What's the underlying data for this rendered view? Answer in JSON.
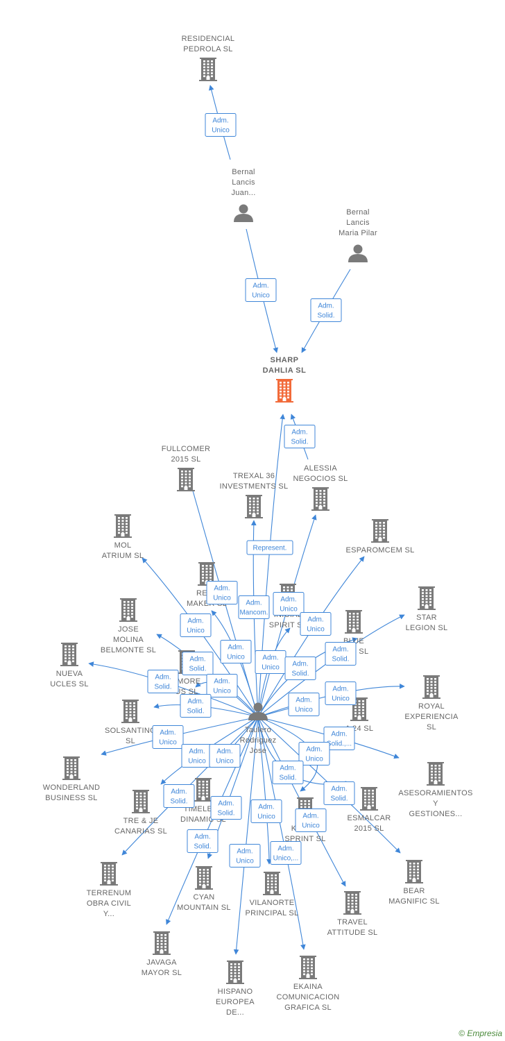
{
  "colors": {
    "edge": "#3f86d8",
    "node": "#7a7a7a",
    "highlight": "#f26b3a",
    "text": "#666666"
  },
  "nodes": [
    {
      "id": "residencial",
      "type": "company",
      "label": [
        "RESIDENCIAL",
        "PEDROLA SL"
      ]
    },
    {
      "id": "bernal_juan",
      "type": "person",
      "label": [
        "Bernal",
        "Lancis",
        "Juan..."
      ]
    },
    {
      "id": "bernal_maria",
      "type": "person",
      "label": [
        "Bernal",
        "Lancis",
        "Maria Pilar"
      ]
    },
    {
      "id": "sharp",
      "type": "company",
      "highlight": true,
      "label": [
        "SHARP",
        "DAHLIA  SL"
      ]
    },
    {
      "id": "alessia",
      "type": "company",
      "label": [
        "ALESSIA",
        "NEGOCIOS  SL"
      ]
    },
    {
      "id": "fullcomer",
      "type": "company",
      "label": [
        "FULLCOMER",
        "2015  SL"
      ]
    },
    {
      "id": "trexal",
      "type": "company",
      "label": [
        "TREXAL 36",
        "INVESTMENTS SL"
      ]
    },
    {
      "id": "mol",
      "type": "company",
      "label": [
        "MOL",
        "ATRIUM  SL"
      ]
    },
    {
      "id": "esparomcem",
      "type": "company",
      "label": [
        "ESPAROMCEM SL"
      ]
    },
    {
      "id": "real",
      "type": "company",
      "label": [
        "REAL",
        "MAKER  SL"
      ]
    },
    {
      "id": "spirit",
      "type": "company",
      "label": [
        "INICIAL",
        "SPIRIT  SL"
      ]
    },
    {
      "id": "star",
      "type": "company",
      "label": [
        "STAR",
        "LEGION  SL"
      ]
    },
    {
      "id": "jose_molina",
      "type": "company",
      "label": [
        "JOSE",
        "MOLINA",
        "BELMONTE  SL"
      ]
    },
    {
      "id": "blue",
      "type": "company",
      "label": [
        "BLUE",
        "MAN  SL"
      ]
    },
    {
      "id": "nueva",
      "type": "company",
      "label": [
        "NUEVA",
        "UCLES  SL"
      ]
    },
    {
      "id": "more",
      "type": "company",
      "label": [
        "I MORE",
        "US  SL"
      ]
    },
    {
      "id": "royal",
      "type": "company",
      "label": [
        "ROYAL",
        "EXPERIENCIA",
        "SL"
      ]
    },
    {
      "id": "solsantino",
      "type": "company",
      "label": [
        "SOLSANTINO",
        "SL"
      ]
    },
    {
      "id": "a24",
      "type": "company",
      "label": [
        "A 24 SL"
      ]
    },
    {
      "id": "taulero",
      "type": "person",
      "label": [
        "Taulero",
        "Rodriguez",
        "Jose"
      ]
    },
    {
      "id": "wonderland",
      "type": "company",
      "label": [
        "WONDERLAND",
        "BUSINESS  SL"
      ]
    },
    {
      "id": "asesoramientos",
      "type": "company",
      "label": [
        "ASESORAMIENTOS",
        "Y",
        "GESTIONES..."
      ]
    },
    {
      "id": "tre",
      "type": "company",
      "label": [
        "TRE & JE",
        "CANARIAS  SL"
      ]
    },
    {
      "id": "timeless",
      "type": "company",
      "label": [
        "TIMELESS",
        "DINAMIC  SL"
      ]
    },
    {
      "id": "karma",
      "type": "company",
      "label": [
        "KARMA",
        "SPRINT  SL"
      ]
    },
    {
      "id": "esmalcar",
      "type": "company",
      "label": [
        "ESMALCAR",
        "2015  SL"
      ]
    },
    {
      "id": "terrenum",
      "type": "company",
      "label": [
        "TERRENUM",
        "OBRA CIVIL",
        "Y..."
      ]
    },
    {
      "id": "cyan",
      "type": "company",
      "label": [
        "CYAN",
        "MOUNTAIN  SL"
      ]
    },
    {
      "id": "vilanorte",
      "type": "company",
      "label": [
        "VILANORTE",
        "PRINCIPAL  SL"
      ]
    },
    {
      "id": "bear",
      "type": "company",
      "label": [
        "BEAR",
        "MAGNIFIC  SL"
      ]
    },
    {
      "id": "travel",
      "type": "company",
      "label": [
        "TRAVEL",
        "ATTITUDE  SL"
      ]
    },
    {
      "id": "javaga",
      "type": "company",
      "label": [
        "JAVAGA",
        "MAYOR  SL"
      ]
    },
    {
      "id": "ekaina",
      "type": "company",
      "label": [
        "EKAINA",
        "COMUNICACION",
        "GRAFICA  SL"
      ]
    },
    {
      "id": "hispano",
      "type": "company",
      "label": [
        "HISPANO",
        "EUROPEA",
        "DE..."
      ]
    }
  ],
  "edges": [
    {
      "from": "bernal_juan",
      "to": "residencial",
      "label": [
        "Adm.",
        "Unico"
      ]
    },
    {
      "from": "bernal_juan",
      "to": "sharp",
      "label": [
        "Adm.",
        "Unico"
      ]
    },
    {
      "from": "bernal_maria",
      "to": "sharp",
      "label": [
        "Adm.",
        "Solid."
      ]
    },
    {
      "from": "alessia",
      "to": "sharp",
      "label": [
        "Adm.",
        "Solid."
      ]
    },
    {
      "from": "taulero",
      "to": "sharp",
      "label": [
        "Represent."
      ]
    },
    {
      "from": "taulero",
      "to": "fullcomer",
      "label": [
        "Adm.",
        "Unico"
      ]
    },
    {
      "from": "taulero",
      "to": "trexal",
      "label": [
        "Adm.",
        "Mancom."
      ]
    },
    {
      "from": "taulero",
      "to": "alessia",
      "label": [
        "Adm.",
        "Unico"
      ]
    },
    {
      "from": "taulero",
      "to": "mol",
      "label": [
        "Adm.",
        "Unico"
      ]
    },
    {
      "from": "taulero",
      "to": "esparomcem",
      "label": [
        "Adm.",
        "Unico"
      ]
    },
    {
      "from": "taulero",
      "to": "real",
      "label": [
        "Adm.",
        "Unico"
      ]
    },
    {
      "from": "taulero",
      "to": "spirit",
      "label": [
        "Adm.",
        "Unico"
      ]
    },
    {
      "from": "taulero",
      "to": "star",
      "label": [
        "Adm.",
        "Solid."
      ]
    },
    {
      "from": "taulero",
      "to": "jose_molina",
      "label": [
        "Adm.",
        "Solid."
      ]
    },
    {
      "from": "taulero",
      "to": "blue",
      "label": [
        "Adm.",
        "Solid."
      ]
    },
    {
      "from": "taulero",
      "to": "nueva",
      "label": [
        "Adm.",
        "Solid."
      ]
    },
    {
      "from": "taulero",
      "to": "more",
      "label": [
        "Adm.",
        "Unico"
      ]
    },
    {
      "from": "taulero",
      "to": "royal",
      "label": [
        "Adm.",
        "Unico"
      ]
    },
    {
      "from": "taulero",
      "to": "solsantino",
      "label": [
        "Adm.",
        "Solid."
      ]
    },
    {
      "from": "taulero",
      "to": "a24",
      "label": [
        "Adm.",
        "Unico"
      ]
    },
    {
      "from": "taulero",
      "to": "wonderland",
      "label": [
        "Adm.",
        "Unico"
      ]
    },
    {
      "from": "taulero",
      "to": "asesoramientos",
      "label": [
        "Adm.",
        "Solid.,..."
      ]
    },
    {
      "from": "taulero",
      "to": "tre",
      "label": [
        "Adm.",
        "Unico"
      ]
    },
    {
      "from": "taulero",
      "to": "timeless",
      "label": [
        "Adm.",
        "Unico"
      ]
    },
    {
      "from": "taulero",
      "to": "karma",
      "label": [
        "Adm.",
        "Unico"
      ]
    },
    {
      "from": "taulero",
      "to": "esmalcar",
      "label": [
        "Adm.",
        "Solid."
      ]
    },
    {
      "from": "taulero",
      "to": "terrenum",
      "label": [
        "Adm.",
        "Solid."
      ]
    },
    {
      "from": "taulero",
      "to": "cyan",
      "label": [
        "Adm.",
        "Solid."
      ]
    },
    {
      "from": "taulero",
      "to": "vilanorte",
      "label": [
        "Adm.",
        "Unico"
      ]
    },
    {
      "from": "taulero",
      "to": "bear",
      "label": [
        "Adm.",
        "Solid."
      ]
    },
    {
      "from": "taulero",
      "to": "travel",
      "label": [
        "Adm.",
        "Unico"
      ]
    },
    {
      "from": "taulero",
      "to": "javaga",
      "label": [
        "Adm.",
        "Solid."
      ]
    },
    {
      "from": "taulero",
      "to": "ekaina",
      "label": [
        "Adm.",
        "Unico,..."
      ]
    },
    {
      "from": "taulero",
      "to": "hispano",
      "label": [
        "Adm.",
        "Unico"
      ]
    }
  ],
  "footer": {
    "copyright": "©",
    "brand": "Empresia"
  }
}
